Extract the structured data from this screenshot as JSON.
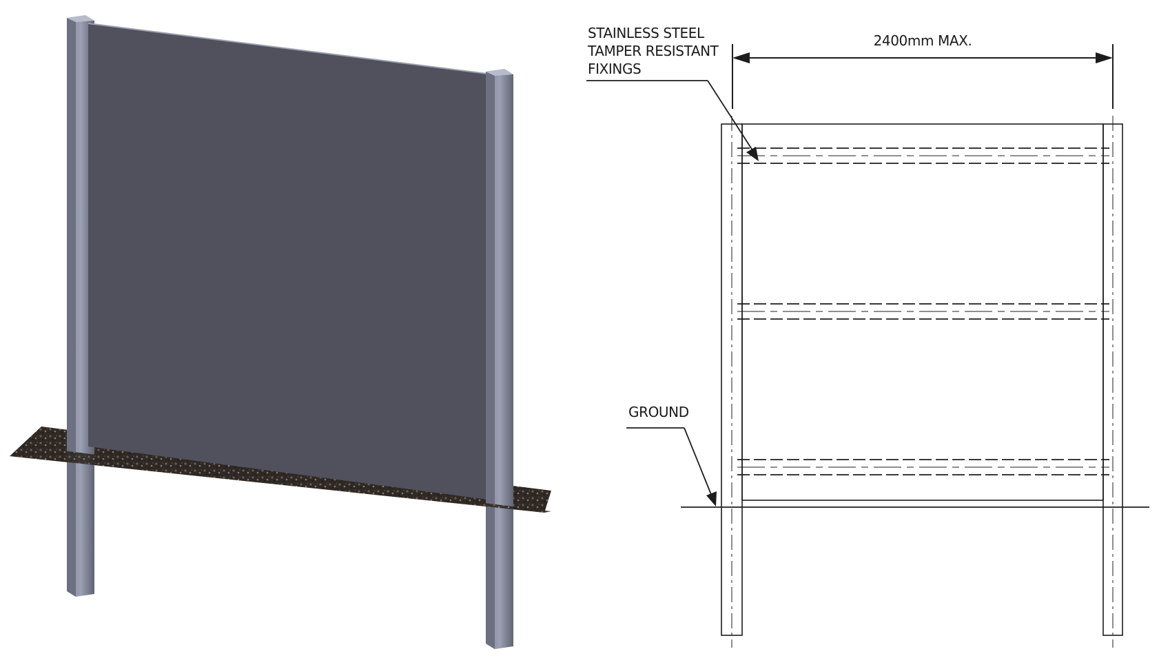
{
  "labels": {
    "fixings_line1": "STAINLESS STEEL",
    "fixings_line2": "TAMPER RESISTANT",
    "fixings_line3": "FIXINGS",
    "width": "2400mm MAX.",
    "ground": "GROUND"
  },
  "colors": {
    "panel": "#50515d",
    "post": "#6e7282",
    "post_light": "#8e93a4",
    "ground": "#3a322c",
    "line": "#1c1c1c"
  }
}
